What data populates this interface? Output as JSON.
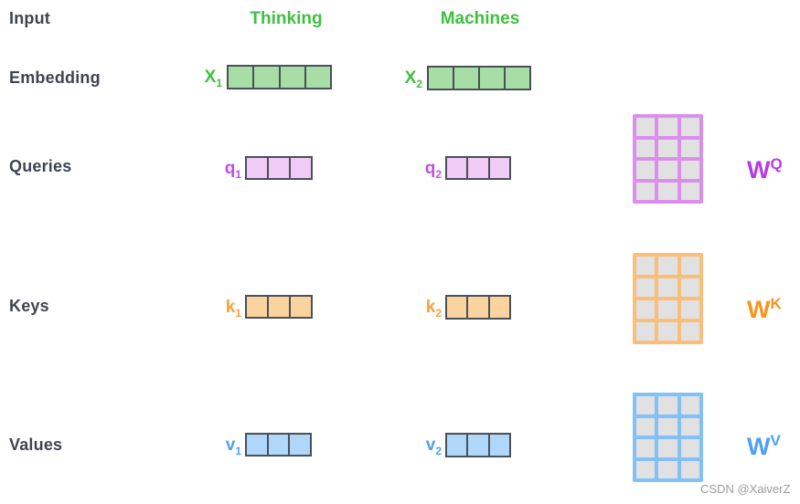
{
  "colors": {
    "green_text": "#3FBF3F",
    "green_fill": "#A6DEA6",
    "magenta_text": "#C24FE0",
    "magenta_fill": "#EFCBF5",
    "orange_text": "#F9A13C",
    "orange_fill": "#FBD39E",
    "blue_text": "#4FA1F2",
    "blue_fill": "#AFD7F9",
    "matrix_purple_border": "#DB8FEC",
    "matrix_orange_border": "#F9BE79",
    "matrix_blue_border": "#82C0F7",
    "matrix_cell_fill": "#E1E1E1",
    "wq_label_color": "#B53BE8",
    "wk_label_color": "#F8941C",
    "wv_label_color": "#4DA0F5",
    "row_label_text": "#3E4550",
    "vector_border": "#4A5058",
    "watermark_text": "#9C9C9C"
  },
  "row_labels": {
    "input": "Input",
    "embedding": "Embedding",
    "queries": "Queries",
    "keys": "Keys",
    "values": "Values"
  },
  "columns": [
    {
      "header": "Thinking"
    },
    {
      "header": "Machines"
    }
  ],
  "vectors": {
    "x1": {
      "base": "X",
      "sub": "1",
      "cells": 4
    },
    "x2": {
      "base": "X",
      "sub": "2",
      "cells": 4
    },
    "q1": {
      "base": "q",
      "sub": "1",
      "cells": 3
    },
    "q2": {
      "base": "q",
      "sub": "2",
      "cells": 3
    },
    "k1": {
      "base": "k",
      "sub": "1",
      "cells": 3
    },
    "k2": {
      "base": "k",
      "sub": "2",
      "cells": 3
    },
    "v1": {
      "base": "v",
      "sub": "1",
      "cells": 3
    },
    "v2": {
      "base": "v",
      "sub": "2",
      "cells": 3
    }
  },
  "matrices": {
    "wq": {
      "base": "W",
      "sup": "Q",
      "rows": 4,
      "cols": 3
    },
    "wk": {
      "base": "W",
      "sup": "K",
      "rows": 4,
      "cols": 3
    },
    "wv": {
      "base": "W",
      "sup": "V",
      "rows": 4,
      "cols": 3
    }
  },
  "watermark": "CSDN @XaiverZ"
}
